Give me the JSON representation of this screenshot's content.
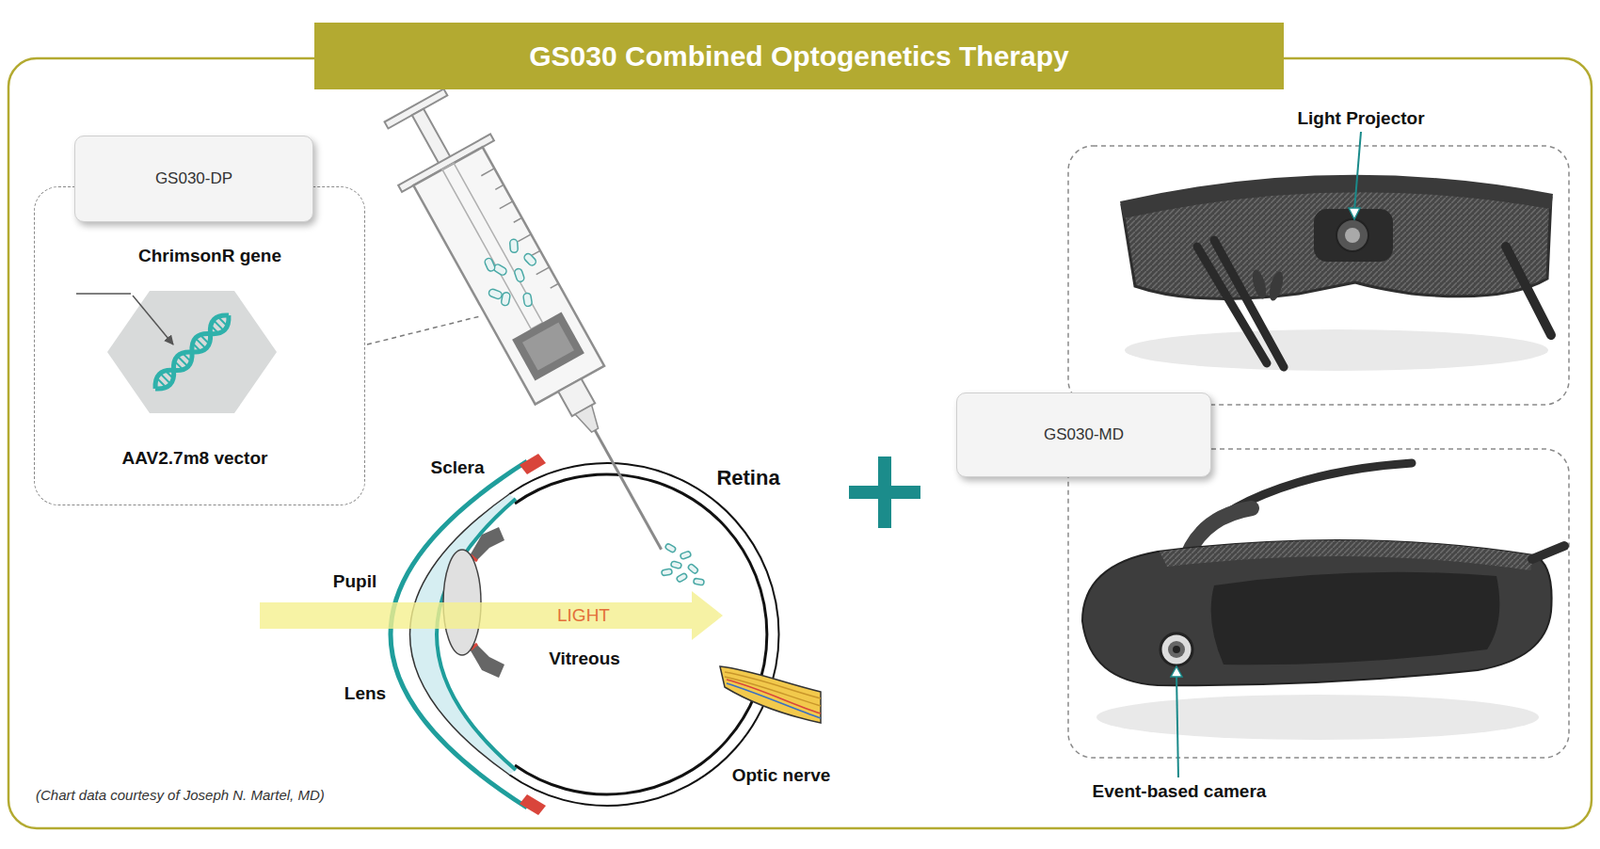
{
  "diagram": {
    "title": "GS030 Combined Optogenetics Therapy",
    "caption": "(Chart data courtesy of Joseph N. Martel, MD)",
    "nodes": [
      {
        "text": [
          "GS030-DP"
        ]
      },
      {
        "text": [
          "ChrimsonR gene",
          "AAV2.7m8 vector"
        ]
      },
      {
        "text": [
          "GS030-MD"
        ]
      }
    ],
    "labels": [
      "Sclera",
      "Retina",
      "Pupil",
      "LIGHT",
      "Vitreous",
      "Lens",
      "Optic nerve",
      "Light Projector",
      "Event-based camera"
    ]
  }
}
